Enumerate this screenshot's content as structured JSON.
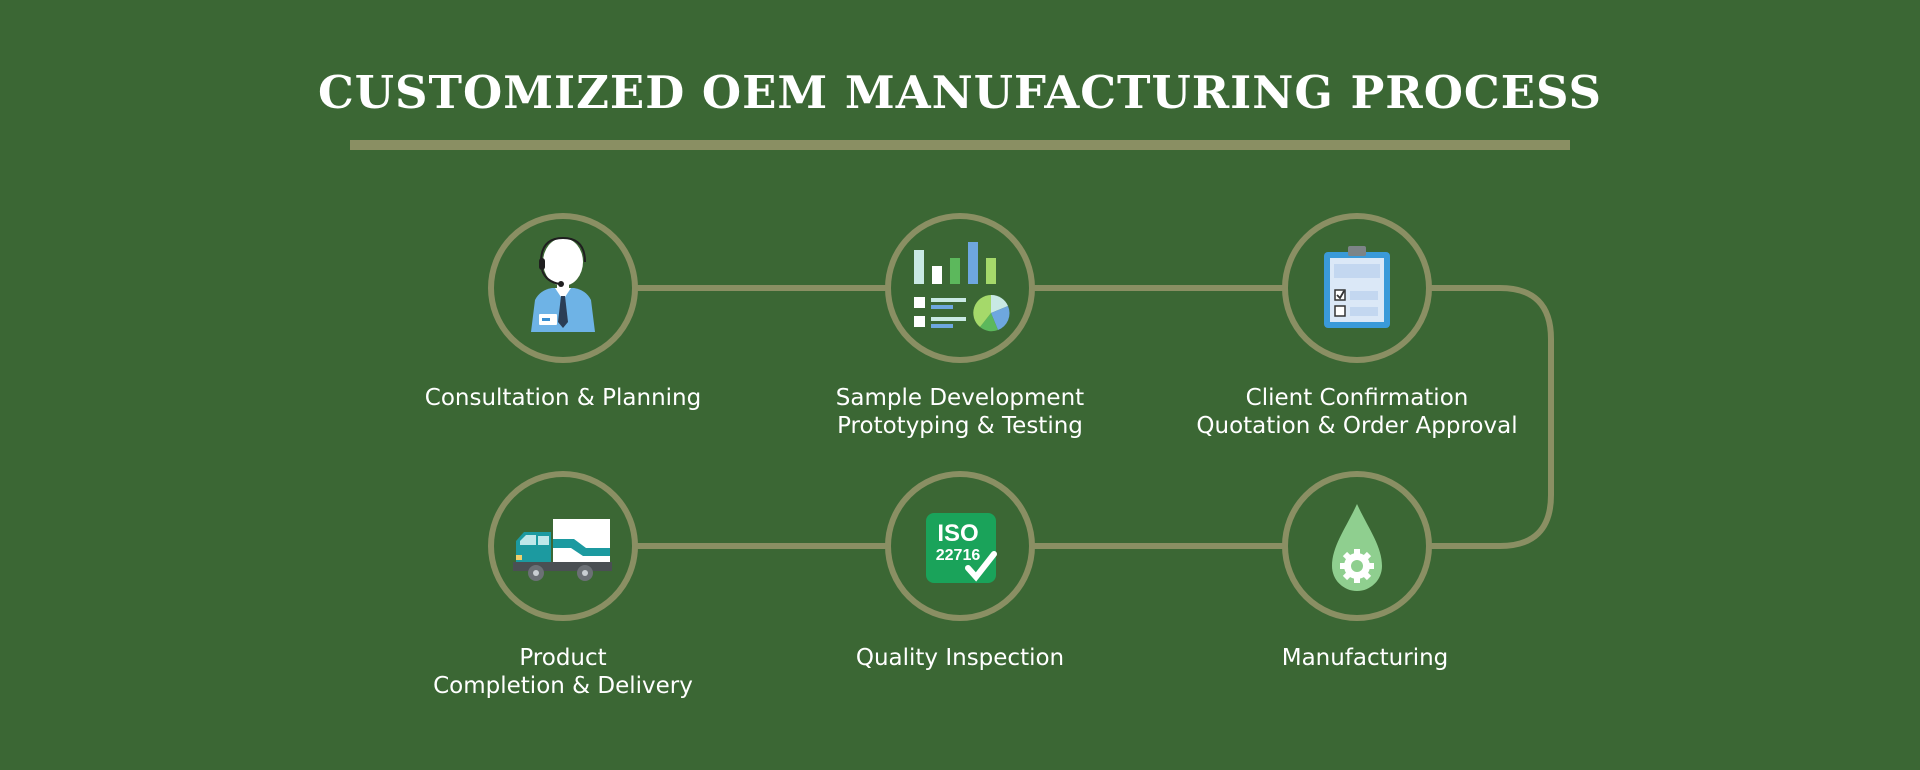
{
  "title": "CUSTOMIZED OEM MANUFACTURING PROCESS",
  "colors": {
    "background": "#3b6734",
    "accent": "#8a8f63",
    "text": "#ffffff"
  },
  "steps": [
    {
      "icon": "support-agent-icon",
      "lines": [
        "Consultation & Planning"
      ]
    },
    {
      "icon": "analytics-report-icon",
      "lines": [
        "Sample Development",
        "Prototyping & Testing"
      ]
    },
    {
      "icon": "clipboard-checklist-icon",
      "lines": [
        "Client Confirmation",
        "Quotation & Order Approval"
      ]
    },
    {
      "icon": "oil-drop-gear-icon",
      "lines": [
        "Manufacturing"
      ]
    },
    {
      "icon": "iso-certificate-icon",
      "lines": [
        "Quality Inspection"
      ],
      "badge": [
        "ISO",
        "22716"
      ]
    },
    {
      "icon": "delivery-truck-icon",
      "lines": [
        "Product",
        "Completion & Delivery"
      ]
    }
  ]
}
